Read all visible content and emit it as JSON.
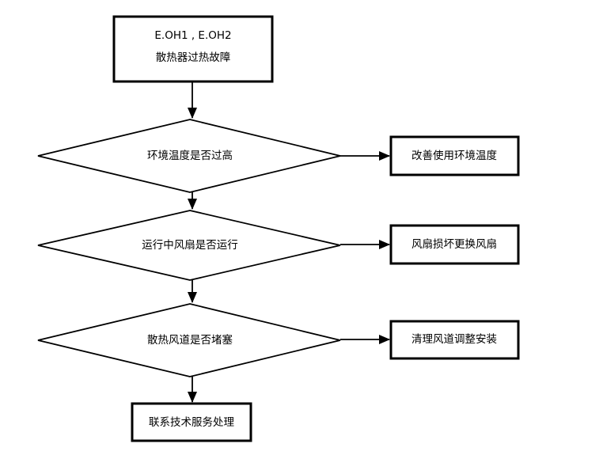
{
  "page": {
    "background": "#ffffff"
  },
  "flowchart": {
    "type": "fault-diagnosis-flowchart",
    "colors": {
      "line": "#000000",
      "shape_fill": "#ffffff",
      "text": "#000000"
    },
    "start_box": {
      "line1": "E.OH1 , E.OH2",
      "line2": "散热器过热故障"
    },
    "decisions": [
      {
        "question": "环境温度是否过高",
        "action": "改善使用环境温度"
      },
      {
        "question": "运行中风扇是否运行",
        "action": "风扇损坏更换风扇"
      },
      {
        "question": "散热风道是否堵塞",
        "action": "清理风道调整安装"
      }
    ],
    "end_box": {
      "label": "联系技术服务处理"
    }
  }
}
